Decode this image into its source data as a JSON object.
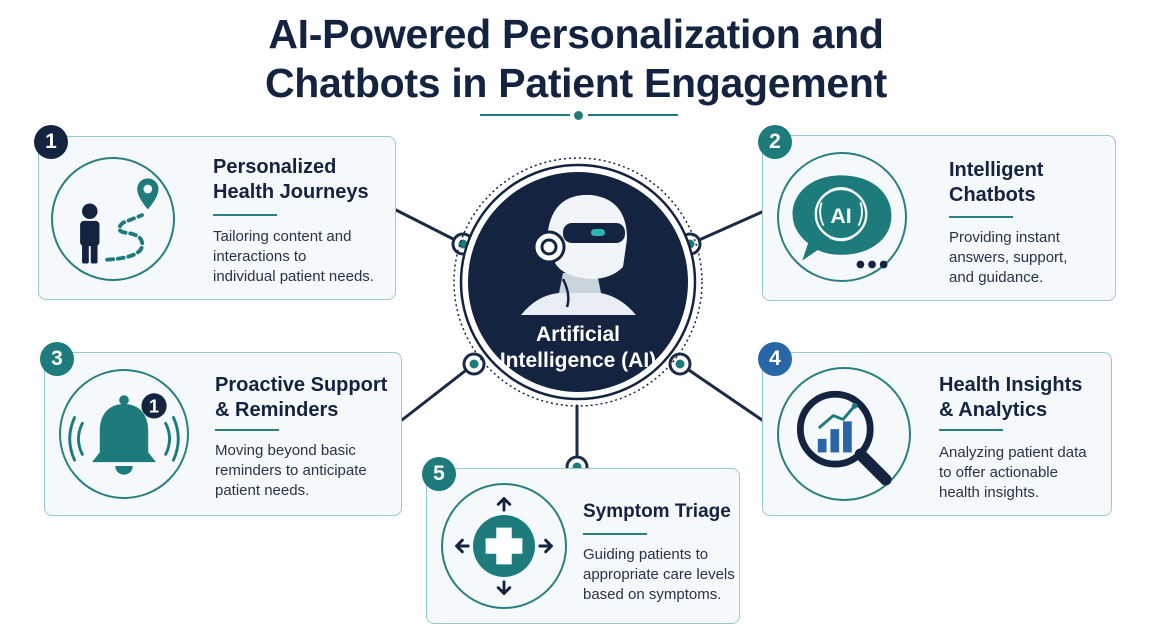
{
  "title": {
    "line1": "AI-Powered Personalization and",
    "line2": "Chatbots in Patient Engagement"
  },
  "center": {
    "line1": "Artificial",
    "line2": "Intelligence (AI)",
    "icon": "robot-head-icon"
  },
  "cards": [
    {
      "number": "1",
      "heading": [
        "Personalized",
        "Health Journeys"
      ],
      "description": [
        "Tailoring content and",
        "interactions to",
        "individual patient needs."
      ],
      "icon": "person-path-pin-icon"
    },
    {
      "number": "2",
      "heading": [
        "Intelligent",
        "Chatbots"
      ],
      "description": [
        "Providing instant",
        "answers, support,",
        "and guidance."
      ],
      "icon": "ai-chat-bubble-icon",
      "icon_text": "AI"
    },
    {
      "number": "3",
      "heading": [
        "Proactive Support",
        "& Reminders"
      ],
      "description": [
        "Moving beyond basic",
        "reminders to anticipate",
        "patient needs."
      ],
      "icon": "notification-bell-icon",
      "icon_text": "1"
    },
    {
      "number": "4",
      "heading": [
        "Health Insights",
        "& Analytics"
      ],
      "description": [
        "Analyzing patient data",
        "to offer actionable",
        "health insights."
      ],
      "icon": "magnifier-chart-icon"
    },
    {
      "number": "5",
      "heading": [
        "Symptom Triage"
      ],
      "description": [
        "Guiding patients to",
        "appropriate care levels",
        "based on symptoms."
      ],
      "icon": "medical-cross-arrows-icon"
    }
  ],
  "colors": {
    "navy": "#14233f",
    "teal": "#1d7b7c",
    "blue": "#2866a8",
    "card_border": "#9cc9cc",
    "card_bg": "#f6f9fb"
  }
}
